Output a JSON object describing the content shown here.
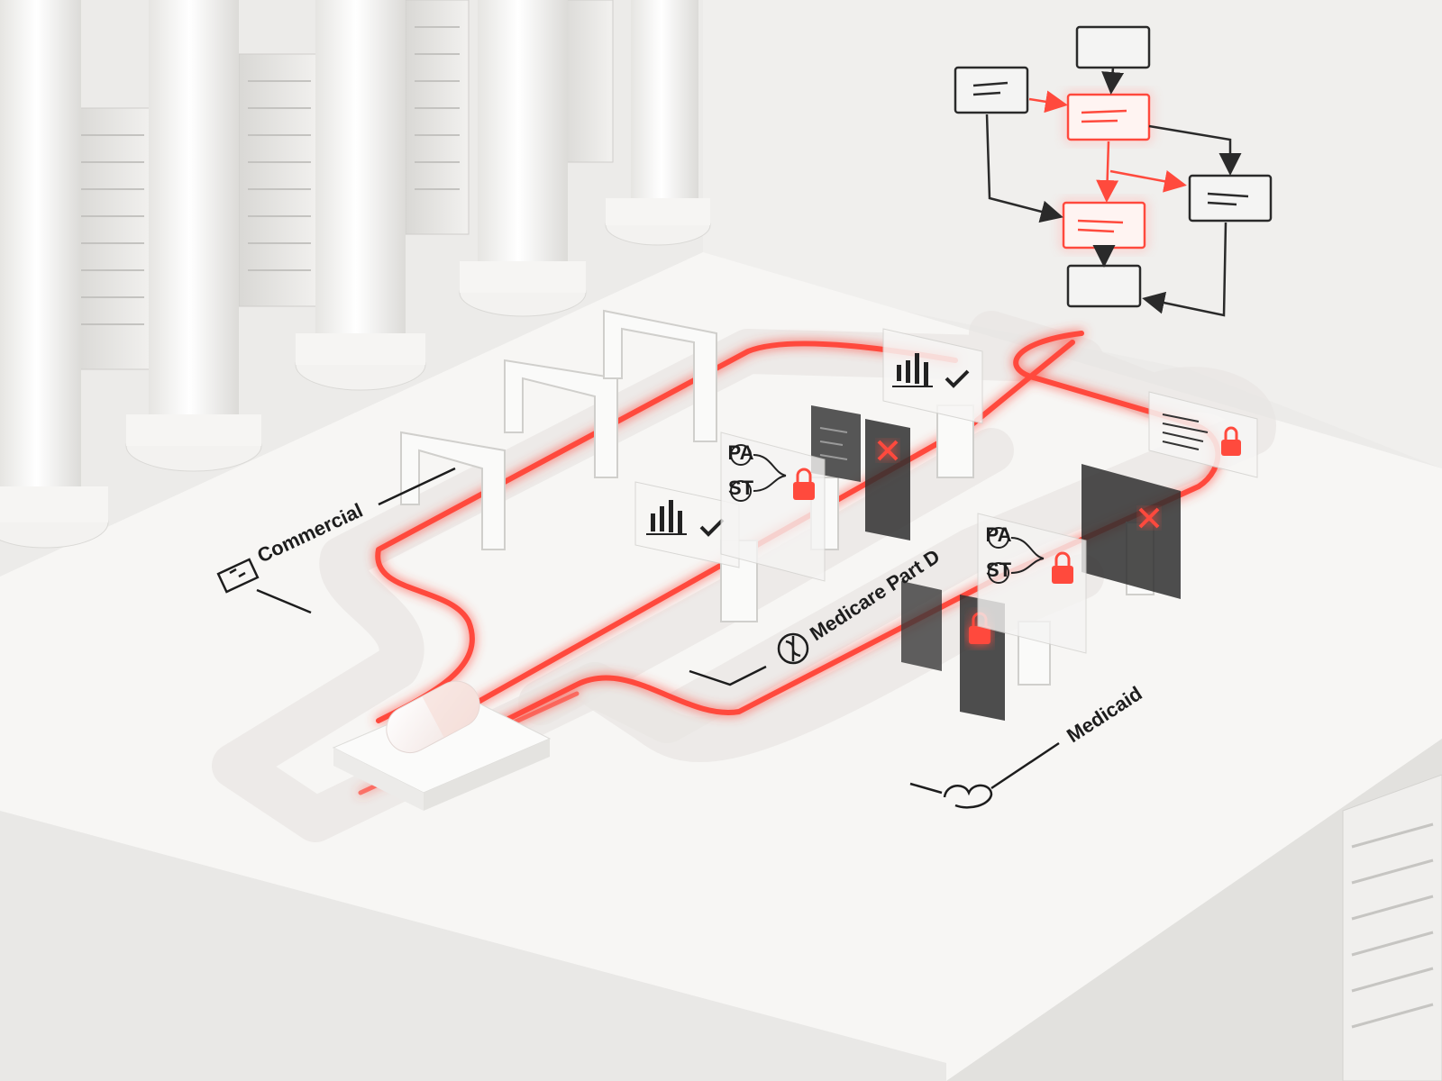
{
  "labels": {
    "commercial": "Commercial",
    "medicare": "Medicare Part D",
    "medicaid": "Medicaid"
  },
  "badges": {
    "pa": "PA",
    "st": "ST"
  },
  "icons": {
    "commercial": "building-icon",
    "medicare": "caduceus-icon",
    "medicaid": "hands-heart-icon",
    "capsule": "pill-capsule",
    "lock": "padlock-icon",
    "check": "check-icon",
    "reject": "x-mark-icon",
    "chart": "bar-chart-icon"
  },
  "colors": {
    "accent": "#ff4a3d",
    "glow": "#ffb0a4",
    "ink": "#222222",
    "platform": "#f7f6f4",
    "wall": "#ebeae7"
  }
}
